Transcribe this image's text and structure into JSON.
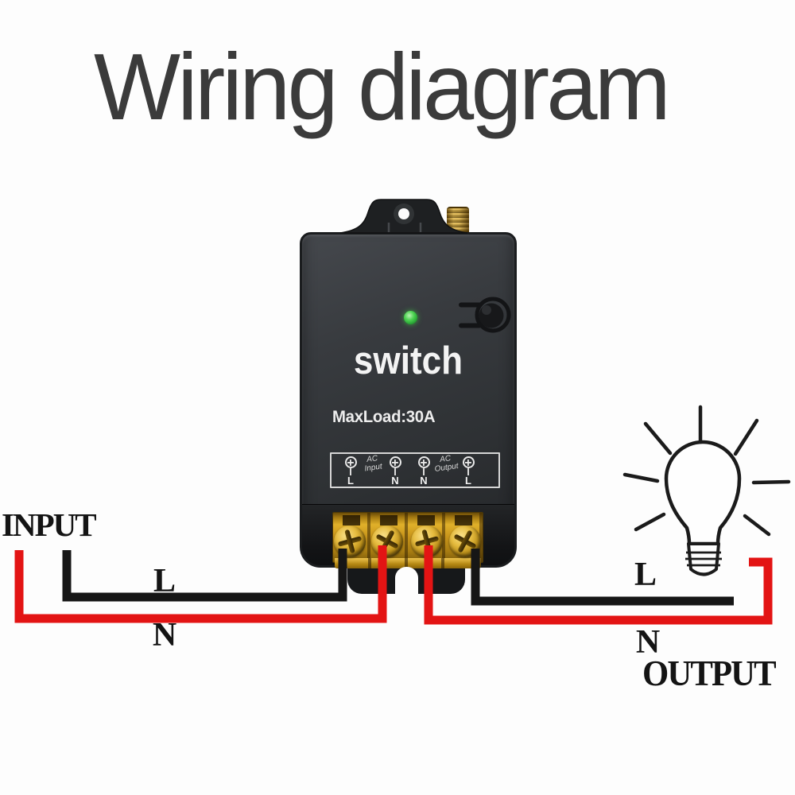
{
  "title": "Wiring diagram",
  "device": {
    "brand_label": "switch",
    "max_load_label": "MaxLoad:30A",
    "panel": {
      "input_group_label": "AC\nInput",
      "output_group_label": "AC\nOutput",
      "terminals": [
        "L",
        "N",
        "N",
        "L"
      ]
    }
  },
  "input_side": {
    "label": "INPUT",
    "live_label": "L",
    "neutral_label": "N"
  },
  "output_side": {
    "label": "OUTPUT",
    "live_label": "L",
    "neutral_label": "N"
  },
  "colors": {
    "wire_live": "#161616",
    "wire_neutral": "#e31414",
    "led_green": "#3ec243",
    "terminal_brass": "#c8961b",
    "device_body": "#33363a",
    "title_text": "#3b3b3b"
  }
}
